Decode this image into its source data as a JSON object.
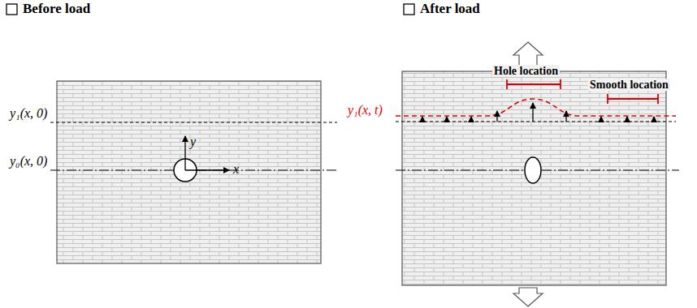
{
  "diagram": {
    "labels": [
      "Before load",
      "After load",
      "y₁(x, 0)",
      "y₀(x, 0)",
      "y",
      "x",
      "y₁(x, t)",
      "Hole location",
      "Smooth location"
    ]
  }
}
